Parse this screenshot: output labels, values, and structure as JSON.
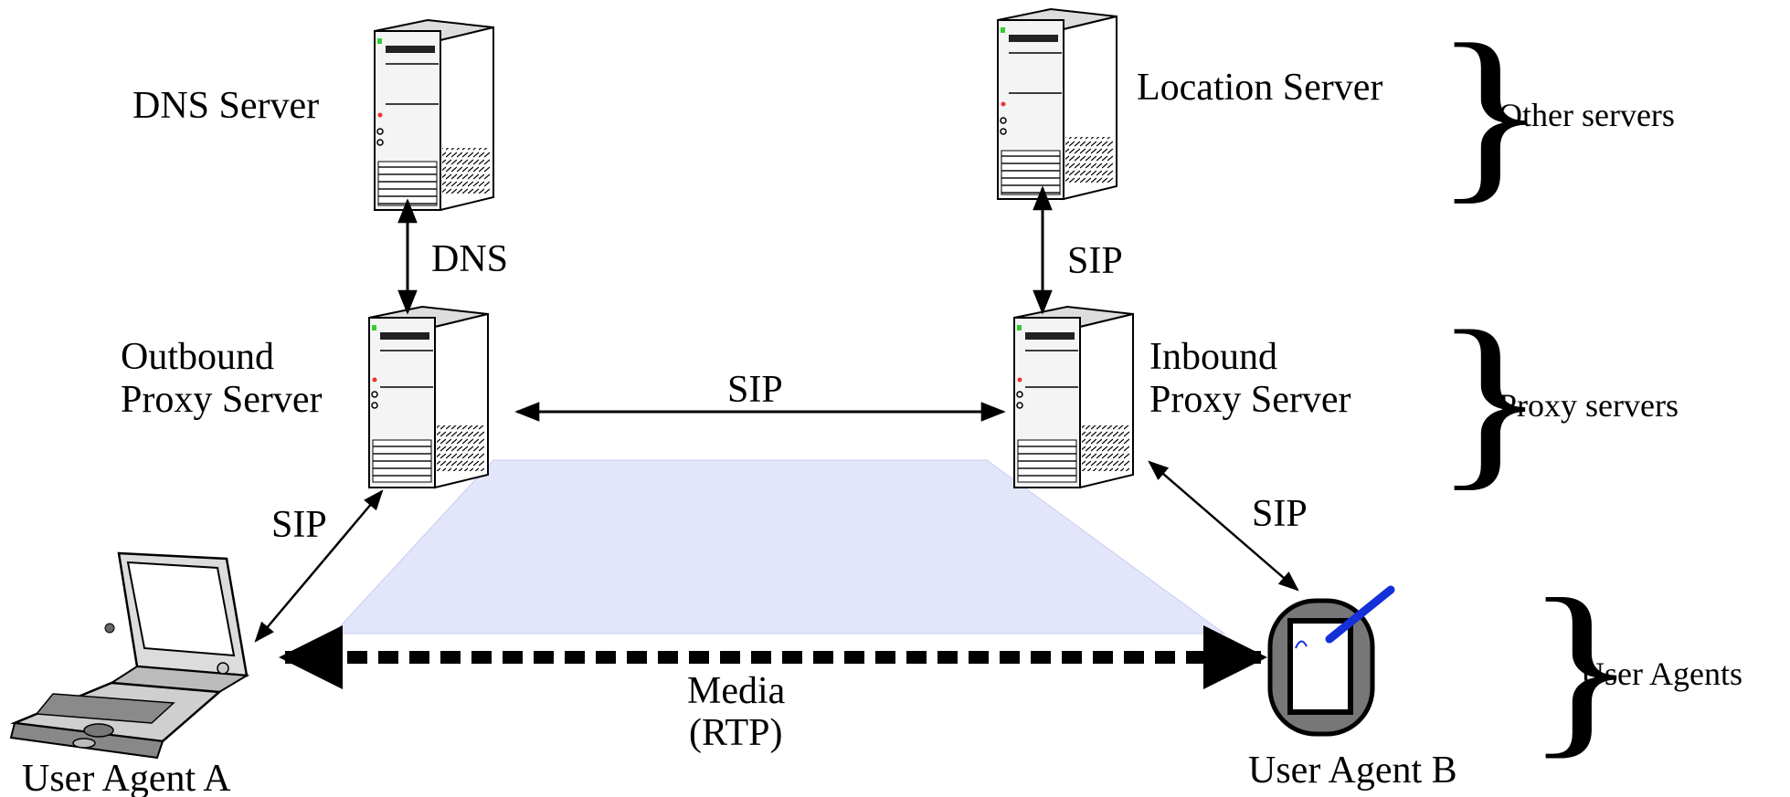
{
  "nodes": {
    "dns_server": "DNS Server",
    "location_server": "Location Server",
    "outbound_proxy_line1": "Outbound",
    "outbound_proxy_line2": "Proxy Server",
    "inbound_proxy_line1": "Inbound",
    "inbound_proxy_line2": "Proxy Server",
    "user_agent_a": "User Agent A",
    "user_agent_b": "User Agent B"
  },
  "links": {
    "dns_link": "DNS",
    "location_link": "SIP",
    "proxy_link": "SIP",
    "ua_a_link": "SIP",
    "ua_b_link": "SIP",
    "media_line1": "Media",
    "media_line2": "(RTP)"
  },
  "groups": {
    "other_servers": "Other servers",
    "proxy_servers": "Proxy servers",
    "user_agents": "User Agents"
  },
  "colors": {
    "media_plane": "#e3e6fb",
    "pen": "#1530d8",
    "server_face": "#f2f2f2",
    "device_dark": "#7a7a7a"
  }
}
